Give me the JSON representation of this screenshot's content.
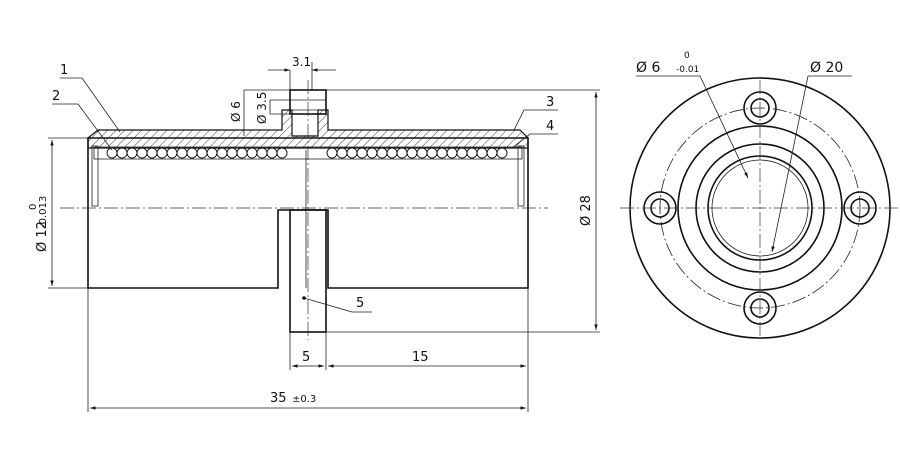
{
  "drawing": {
    "side_view": {
      "callouts": [
        "1",
        "2",
        "3",
        "4",
        "5"
      ],
      "dim_slot_width": "3.1",
      "dim_shaft_dia": "Ø 6",
      "dim_hole_dia": "Ø 3.5",
      "dim_outer_dia": "Ø 28",
      "dim_bore_dia": "Ø 12",
      "dim_bore_tol_upper": "0",
      "dim_bore_tol_lower": "-0.013",
      "dim_flange_width": "5",
      "dim_offset": "15",
      "dim_total_length": "35",
      "dim_total_tol": "±0.3"
    },
    "front_view": {
      "dim_hole_dia": "Ø 6",
      "dim_hole_tol_upper": "0",
      "dim_hole_tol_lower": "-0.01",
      "dim_bore_dia": "Ø 20"
    }
  }
}
